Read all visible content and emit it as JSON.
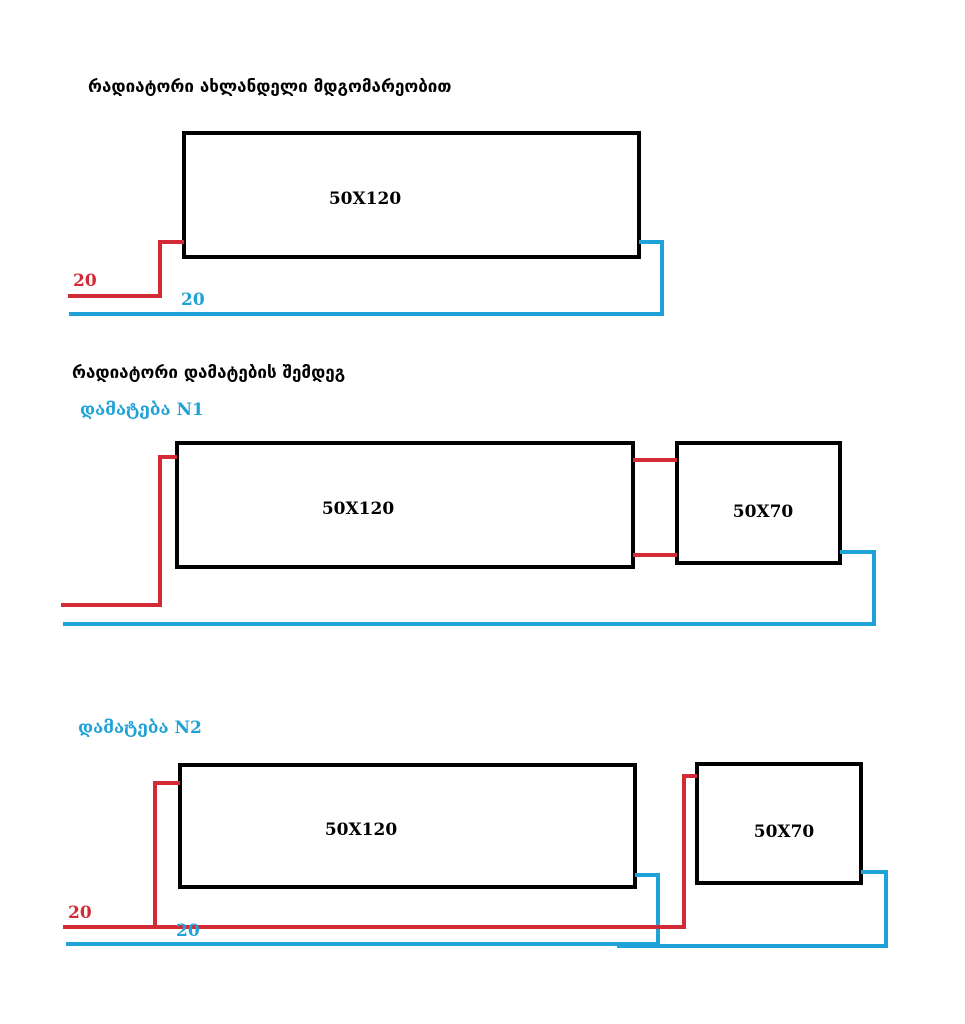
{
  "colors": {
    "hot": "#d22b36",
    "cold": "#1ea2d8",
    "ink": "#000000"
  },
  "current": {
    "heading": "რადიატორი ახლანდელი მდგომარეობით",
    "radiator_label": "50X120",
    "hot_temp": "20",
    "cold_temp": "20"
  },
  "after": {
    "heading": "რადიატორი დამატების შემდეგ"
  },
  "option1": {
    "title": "დამატება N1",
    "main_label": "50X120",
    "extra_label": "50X70"
  },
  "option2": {
    "title": "დამატება N2",
    "main_label": "50X120",
    "extra_label": "50X70",
    "hot_temp": "20",
    "cold_temp": "20"
  }
}
